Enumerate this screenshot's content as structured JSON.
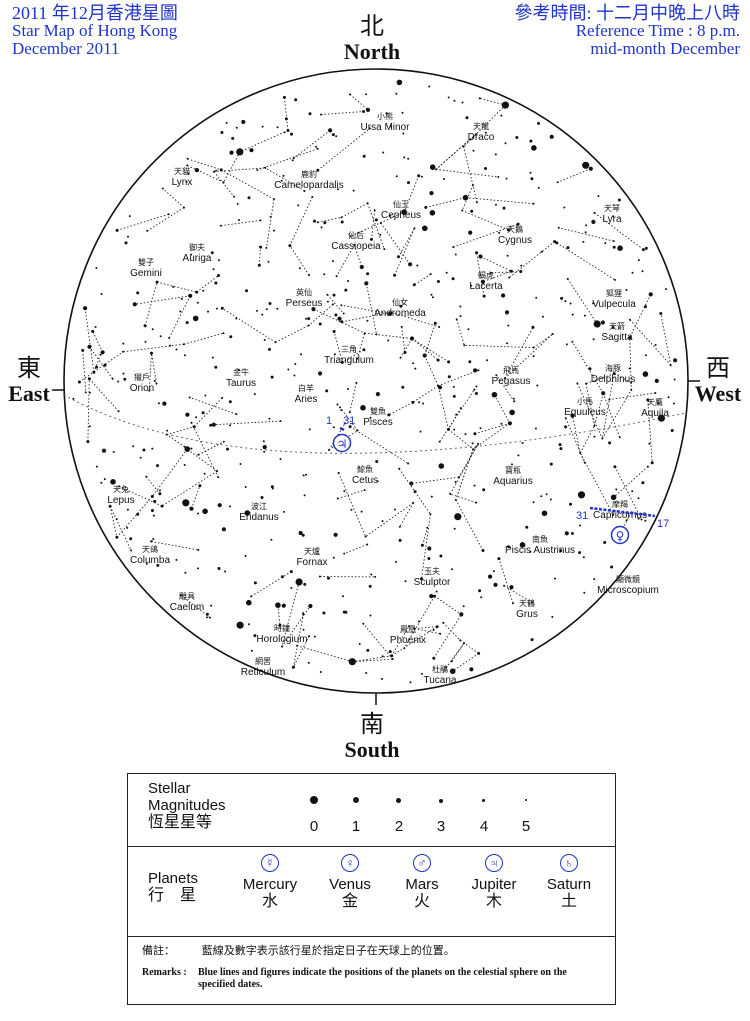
{
  "header": {
    "left_title_zh": "2011 年12月香港星圖",
    "left_line2": "Star Map of Hong Kong",
    "left_line3": "December 2011",
    "right_title_zh": "參考時間: 十二月中晚上八時",
    "right_line2": "Reference Time : 8 p.m.",
    "right_line3": "mid-month December"
  },
  "directions": {
    "north": {
      "zh": "北",
      "en": "North"
    },
    "south": {
      "zh": "南",
      "en": "South"
    },
    "east": {
      "zh": "東",
      "en": "East"
    },
    "west": {
      "zh": "西",
      "en": "West"
    }
  },
  "constellations": [
    {
      "zh": "小熊",
      "en": "Ursa Minor",
      "id": "ursa-minor"
    },
    {
      "zh": "天龍",
      "en": "Draco",
      "id": "draco"
    },
    {
      "zh": "天貓",
      "en": "Lynx",
      "id": "lynx"
    },
    {
      "zh": "鹿豹",
      "en": "Camelopardalis",
      "id": "camelopardalis"
    },
    {
      "zh": "仙王",
      "en": "Cepheus",
      "id": "cepheus"
    },
    {
      "zh": "天琴",
      "en": "Lyra",
      "id": "lyra"
    },
    {
      "zh": "天鵝",
      "en": "Cygnus",
      "id": "cygnus"
    },
    {
      "zh": "仙后",
      "en": "Cassiopeia",
      "id": "cassiopeia"
    },
    {
      "zh": "御夫",
      "en": "Auriga",
      "id": "auriga"
    },
    {
      "zh": "雙子",
      "en": "Gemini",
      "id": "gemini"
    },
    {
      "zh": "蝎虎",
      "en": "Lacerta",
      "id": "lacerta"
    },
    {
      "zh": "狐狸",
      "en": "Vulpecula",
      "id": "vulpecula"
    },
    {
      "zh": "英仙",
      "en": "Perseus",
      "id": "perseus"
    },
    {
      "zh": "仙女",
      "en": "Andromeda",
      "id": "andromeda"
    },
    {
      "zh": "天箭",
      "en": "Sagitta",
      "id": "sagitta"
    },
    {
      "zh": "三角",
      "en": "Triangulum",
      "id": "triangulum"
    },
    {
      "zh": "飛馬",
      "en": "Pegasus",
      "id": "pegasus"
    },
    {
      "zh": "海豚",
      "en": "Delphinus",
      "id": "delphinus"
    },
    {
      "zh": "金牛",
      "en": "Taurus",
      "id": "taurus"
    },
    {
      "zh": "獵戶",
      "en": "Orion",
      "id": "orion"
    },
    {
      "zh": "白羊",
      "en": "Aries",
      "id": "aries"
    },
    {
      "zh": "小馬",
      "en": "Equuleus",
      "id": "equuleus"
    },
    {
      "zh": "天鷹",
      "en": "Aquila",
      "id": "aquila"
    },
    {
      "zh": "雙魚",
      "en": "Pisces",
      "id": "pisces"
    },
    {
      "zh": "鯨魚",
      "en": "Cetus",
      "id": "cetus"
    },
    {
      "zh": "寶瓶",
      "en": "Aquarius",
      "id": "aquarius"
    },
    {
      "zh": "天兔",
      "en": "Lepus",
      "id": "lepus"
    },
    {
      "zh": "波江",
      "en": "Eridanus",
      "id": "eridanus"
    },
    {
      "zh": "摩羯",
      "en": "Capricornus",
      "id": "capricornus"
    },
    {
      "zh": "南魚",
      "en": "Piscis Austrinus",
      "id": "piscis-austrinus"
    },
    {
      "zh": "天鴿",
      "en": "Columba",
      "id": "columba"
    },
    {
      "zh": "天爐",
      "en": "Fornax",
      "id": "fornax"
    },
    {
      "zh": "玉夫",
      "en": "Sculptor",
      "id": "sculptor"
    },
    {
      "zh": "顯微鏡",
      "en": "Microscopium",
      "id": "microscopium"
    },
    {
      "zh": "雕具",
      "en": "Caelum",
      "id": "caelum"
    },
    {
      "zh": "天鶴",
      "en": "Grus",
      "id": "grus"
    },
    {
      "zh": "時鐘",
      "en": "Horologium",
      "id": "horologium"
    },
    {
      "zh": "鳳凰",
      "en": "Phoenix",
      "id": "phoenix"
    },
    {
      "zh": "網罟",
      "en": "Reticulum",
      "id": "reticulum"
    },
    {
      "zh": "杜鵑",
      "en": "Tucana",
      "id": "tucana"
    }
  ],
  "planet_markers": {
    "jupiter": {
      "symbol": "♃",
      "label_start": "1",
      "label_end": "31"
    },
    "venus": {
      "symbol": "♀",
      "label_start": "31",
      "label_end": "17"
    }
  },
  "legend": {
    "magnitudes_label_1": "Stellar",
    "magnitudes_label_2": "Magnitudes",
    "magnitudes_label_zh": "恆星星等",
    "magnitudes": [
      "0",
      "1",
      "2",
      "3",
      "4",
      "5"
    ],
    "planets_label": "Planets",
    "planets_label_zh": "行　星",
    "planets": [
      {
        "en": "Mercury",
        "zh": "水",
        "symbol": "☿"
      },
      {
        "en": "Venus",
        "zh": "金",
        "symbol": "♀"
      },
      {
        "en": "Mars",
        "zh": "火",
        "symbol": "♂"
      },
      {
        "en": "Jupiter",
        "zh": "木",
        "symbol": "♃"
      },
      {
        "en": "Saturn",
        "zh": "土",
        "symbol": "♄"
      }
    ],
    "remarks_zh_key": "備註：",
    "remarks_zh": "藍線及數字表示該行星於指定日子在天球上的位置。",
    "remarks_en_key": "Remarks :",
    "remarks_en": "Blue lines and figures indicate the positions of the planets on the celestial sphere on the specified dates."
  },
  "colors": {
    "planet_blue": "#1f35c8",
    "ink": "#111111"
  }
}
